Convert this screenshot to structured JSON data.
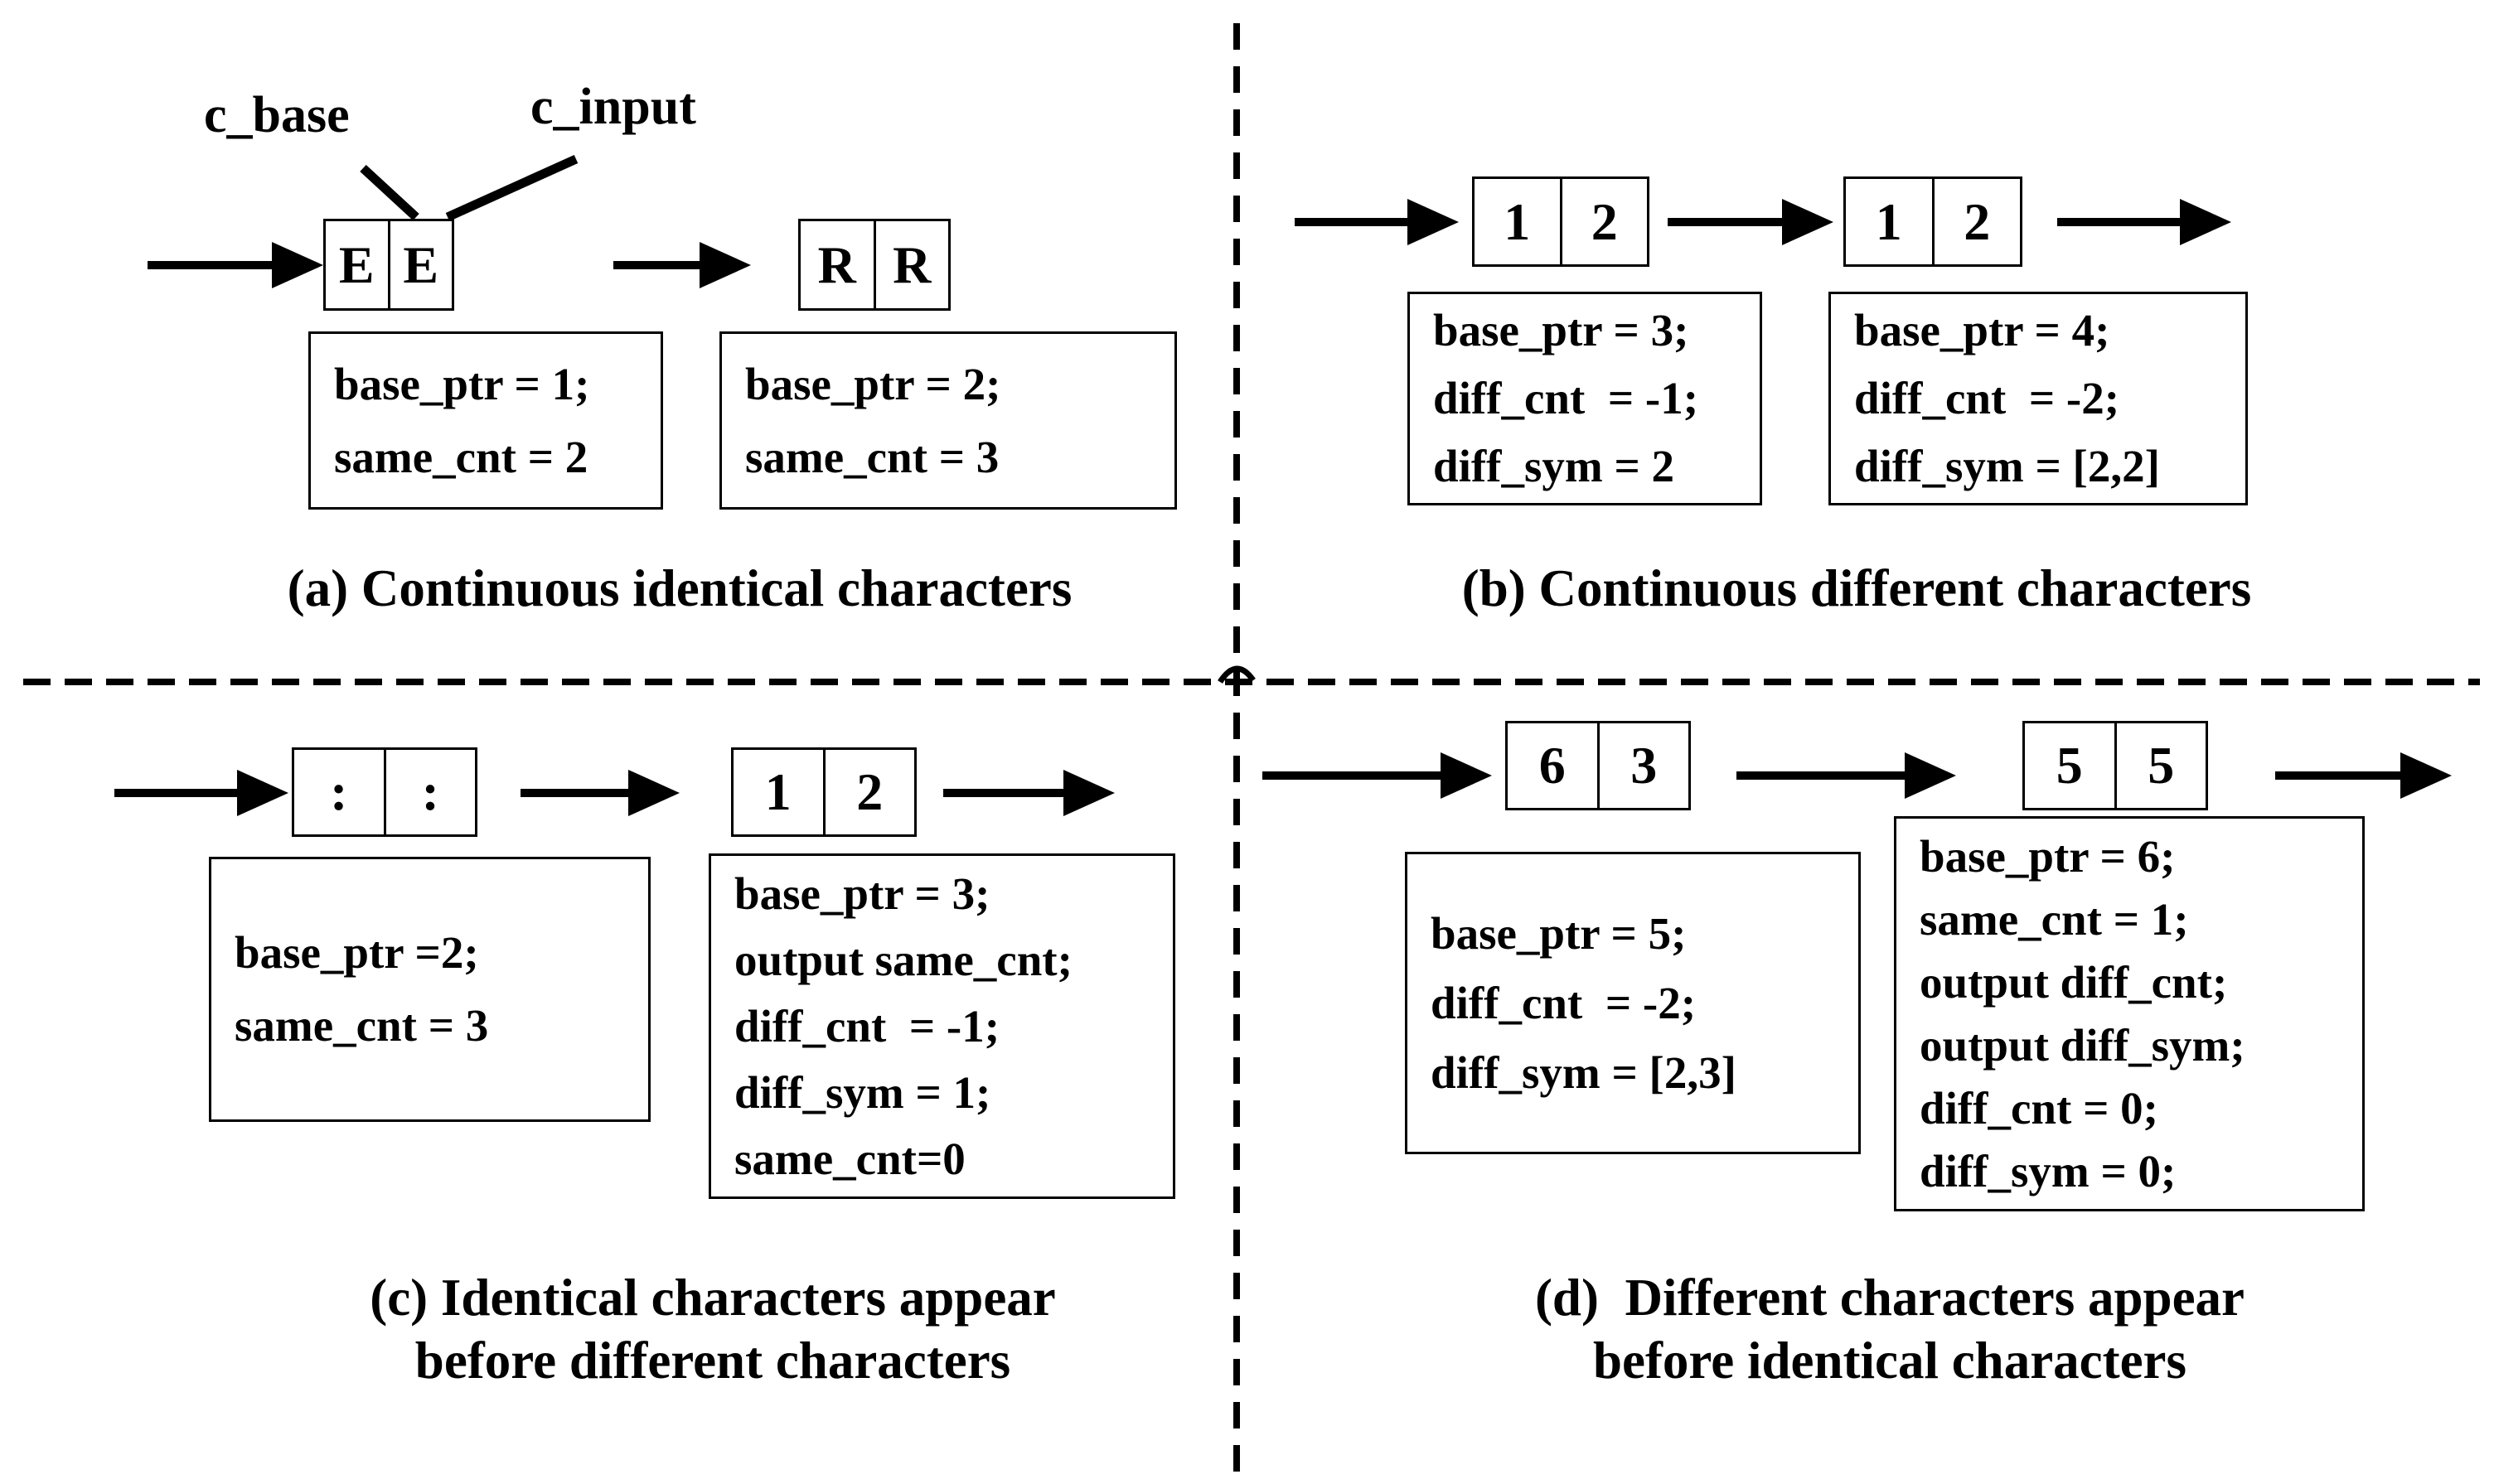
{
  "figure": {
    "background": "#ffffff",
    "ink": "#000000"
  },
  "panels": {
    "a": {
      "caption_lines": [
        "(a) Continuous identical characters"
      ],
      "pointer_labels": {
        "base": "c_base",
        "input": "c_input"
      },
      "cells1": [
        "E",
        "E"
      ],
      "cells2": [
        "R",
        "R"
      ],
      "box1_lines": [
        "base_ptr = 1;",
        "same_cnt = 2"
      ],
      "box2_lines": [
        "base_ptr = 2;",
        "same_cnt = 3"
      ]
    },
    "b": {
      "caption_lines": [
        "(b) Continuous different characters"
      ],
      "cells1": [
        "1",
        "2"
      ],
      "cells2": [
        "1",
        "2"
      ],
      "box1_lines": [
        "base_ptr = 3;",
        "diff_cnt  = -1;",
        "diff_sym = 2"
      ],
      "box2_lines": [
        "base_ptr = 4;",
        "diff_cnt  = -2;",
        "diff_sym = [2,2]"
      ]
    },
    "c": {
      "caption_lines": [
        "(c) Identical characters appear",
        "before different characters"
      ],
      "cells1": [
        ":",
        ":"
      ],
      "cells2": [
        "1",
        "2"
      ],
      "box1_lines": [
        "base_ptr =2;",
        "same_cnt = 3"
      ],
      "box2_lines": [
        "base_ptr = 3;",
        "output same_cnt;",
        "diff_cnt  = -1;",
        "diff_sym = 1;",
        "same_cnt=0"
      ]
    },
    "d": {
      "caption_lines": [
        "(d)  Different characters appear",
        "before identical characters"
      ],
      "cells1": [
        "6",
        "3"
      ],
      "cells2": [
        "5",
        "5"
      ],
      "box1_lines": [
        "base_ptr = 5;",
        "diff_cnt  = -2;",
        "diff_sym = [2,3]"
      ],
      "box2_lines": [
        "base_ptr = 6;",
        "same_cnt = 1;",
        "output diff_cnt;",
        "output diff_sym;",
        "diff_cnt = 0;",
        "diff_sym = 0;"
      ]
    }
  }
}
